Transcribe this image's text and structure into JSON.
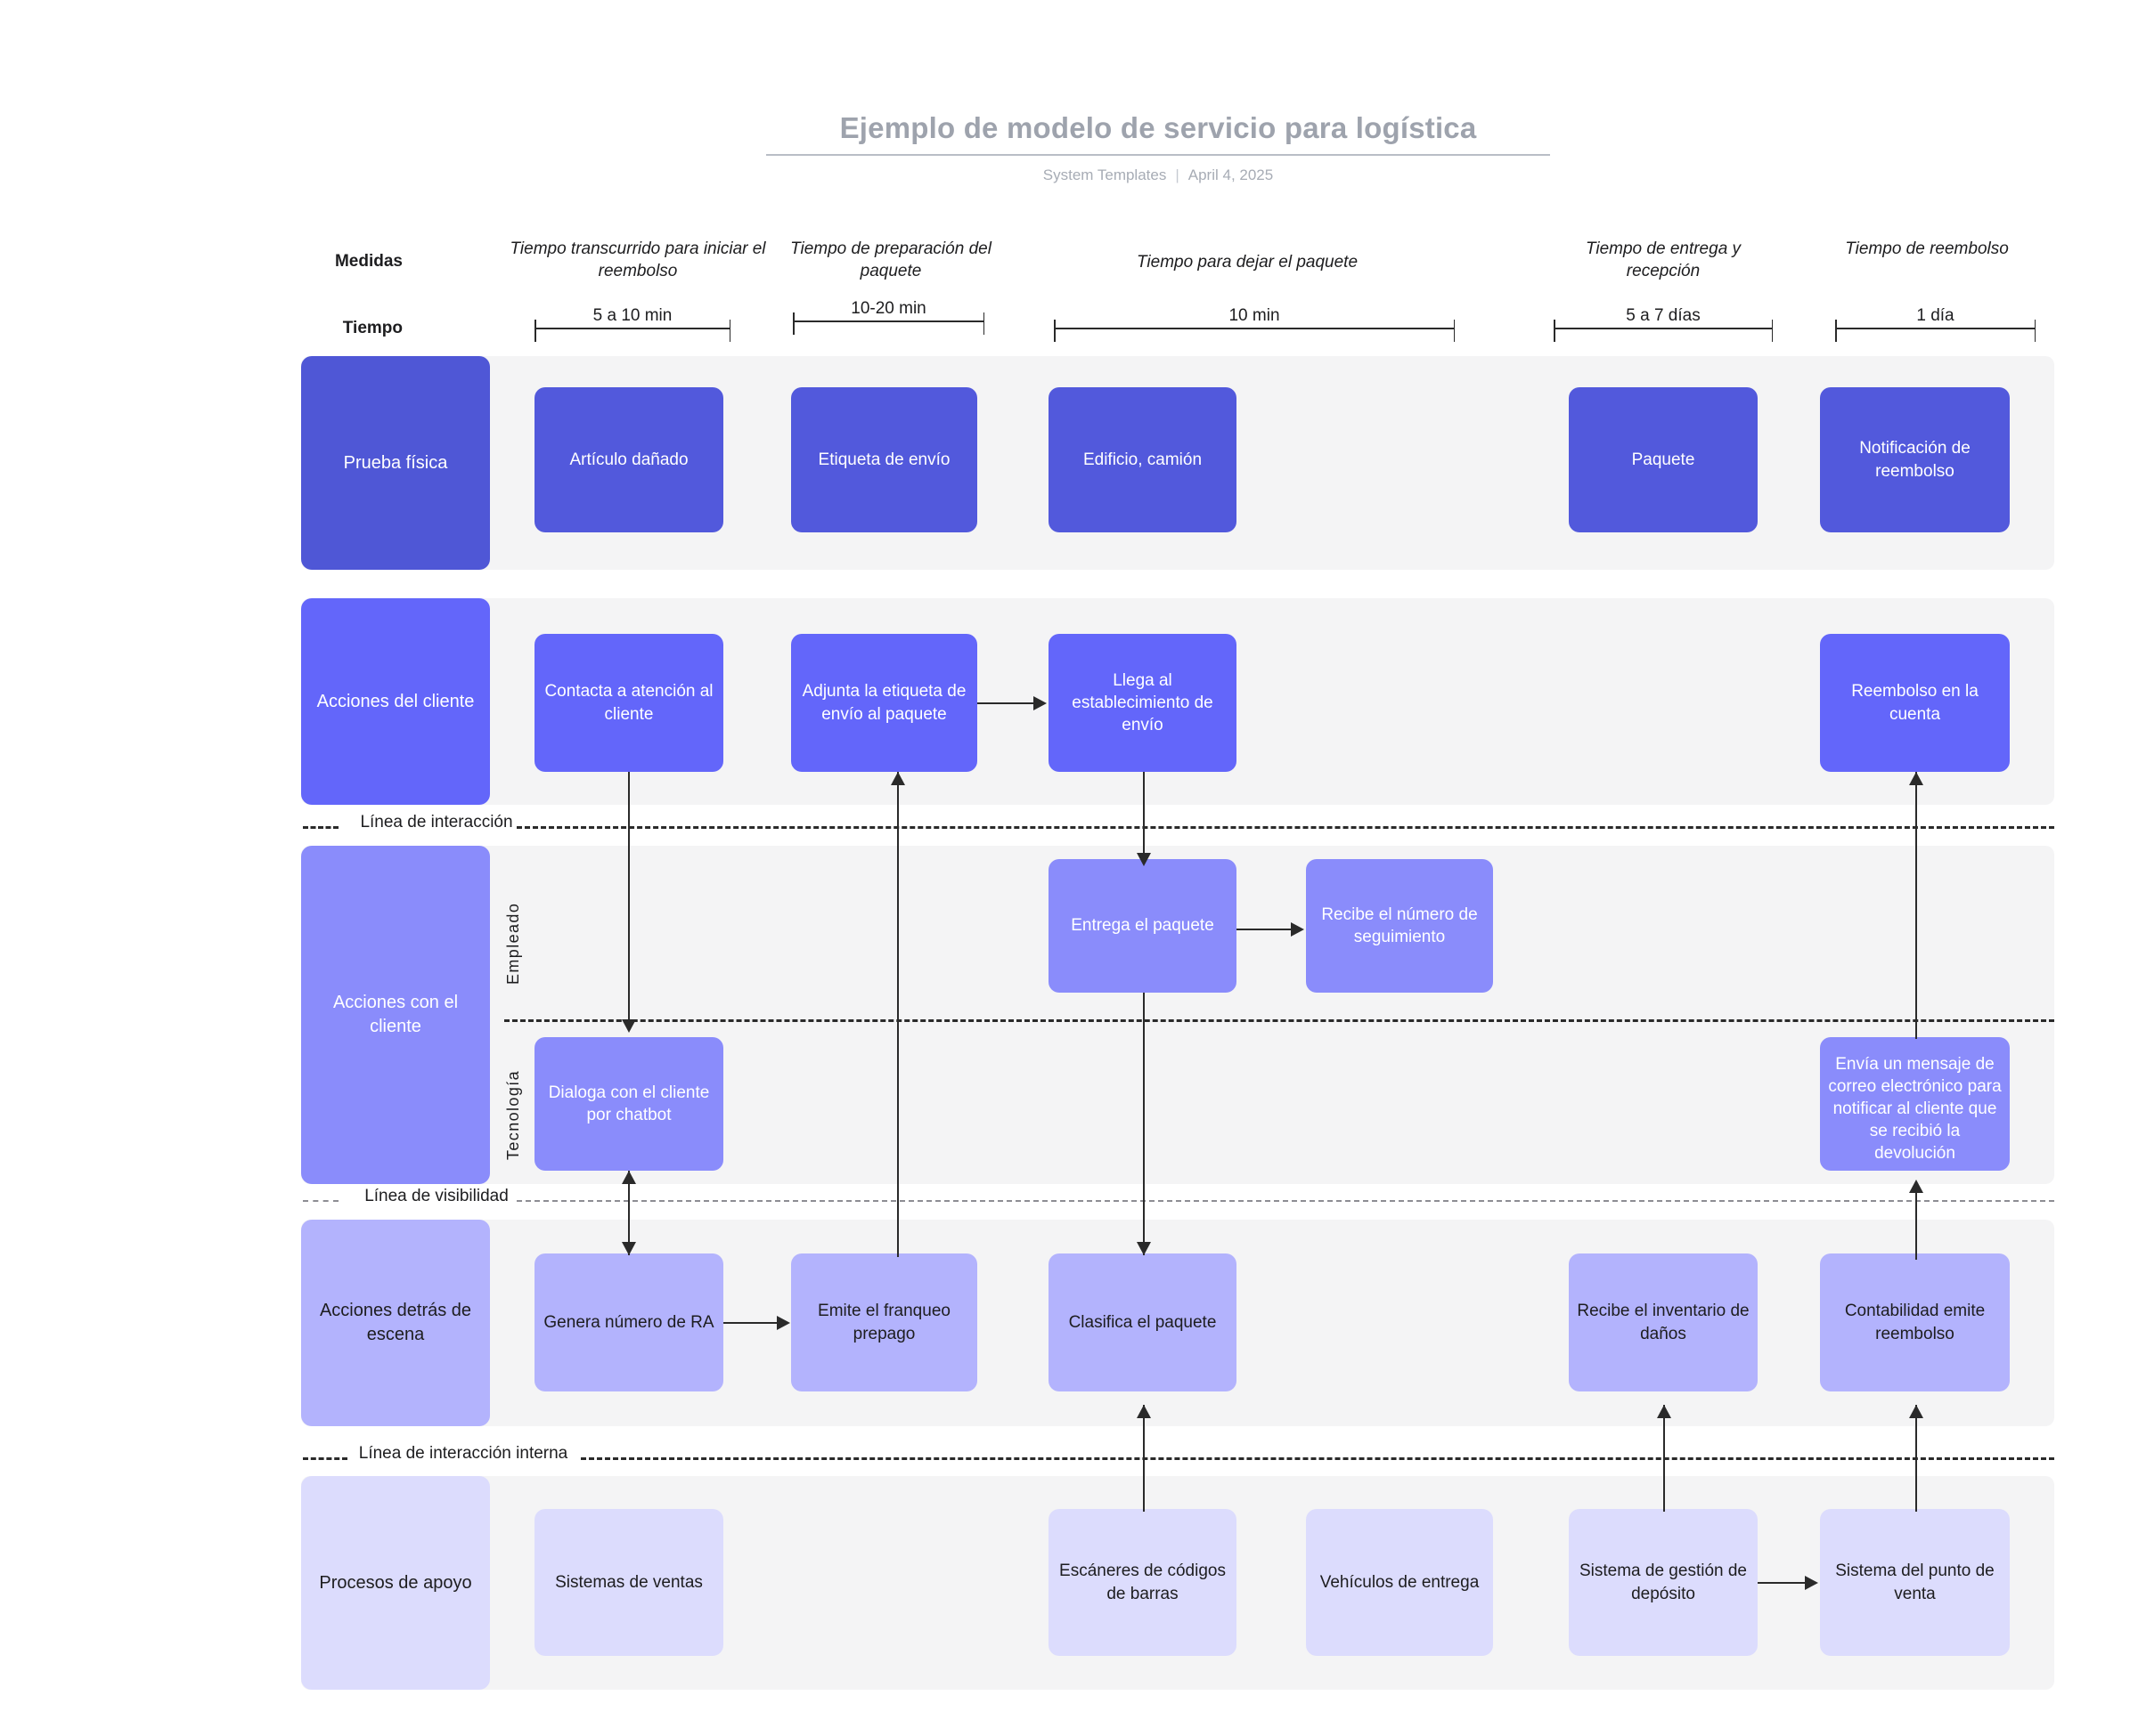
{
  "header": {
    "title": "Ejemplo de modelo de servicio para logística",
    "author": "System Templates",
    "separator": "|",
    "date": "April 4, 2025"
  },
  "row_headers": {
    "measures_label": "Medidas",
    "time_label": "Tiempo"
  },
  "columns": [
    {
      "measure": "Tiempo transcurrido para iniciar el reembolso",
      "time": "5 a 10 min"
    },
    {
      "measure": "Tiempo de preparación del paquete",
      "time": "10-20 min"
    },
    {
      "measure": "Tiempo para dejar el paquete",
      "time": "10 min"
    },
    {
      "measure": "Tiempo de entrega y recepción",
      "time": "5 a 7 días"
    },
    {
      "measure": "Tiempo de reembolso",
      "time": "1 día"
    }
  ],
  "lanes": [
    {
      "label": "Prueba física"
    },
    {
      "label": "Acciones del cliente"
    },
    {
      "label": "Acciones con el cliente",
      "sublanes": [
        "Empleado",
        "Tecnología"
      ]
    },
    {
      "label": "Acciones detrás de escena"
    },
    {
      "label": "Procesos de apoyo"
    }
  ],
  "separators": [
    {
      "label": "Línea de interacción"
    },
    {
      "label": "Línea de visibilidad"
    },
    {
      "label": "Línea de interacción interna"
    }
  ],
  "nodes": {
    "physical": [
      {
        "label": "Artículo dañado"
      },
      {
        "label": "Etiqueta de envío"
      },
      {
        "label": "Edificio, camión"
      },
      {
        "label": "Paquete"
      },
      {
        "label": "Notificación de reembolso"
      }
    ],
    "customer_actions": [
      {
        "label": "Contacta a atención al cliente"
      },
      {
        "label": "Adjunta la etiqueta de envío al paquete"
      },
      {
        "label": "Llega al establecimiento de envío"
      },
      {
        "label": "Reembolso en la cuenta"
      }
    ],
    "employee": [
      {
        "label": "Entrega el paquete"
      },
      {
        "label": "Recibe el número de seguimiento"
      }
    ],
    "technology": [
      {
        "label": "Dialoga con el cliente por chatbot"
      },
      {
        "label": "Envía un mensaje de correo electrónico para notificar al cliente que se recibió la devolución"
      }
    ],
    "backstage": [
      {
        "label": "Genera número de RA"
      },
      {
        "label": "Emite el franqueo prepago"
      },
      {
        "label": "Clasifica el paquete"
      },
      {
        "label": "Recibe el inventario de daños"
      },
      {
        "label": "Contabilidad emite reembolso"
      }
    ],
    "support": [
      {
        "label": "Sistemas de ventas"
      },
      {
        "label": "Escáneres de códigos de barras"
      },
      {
        "label": "Vehículos de entrega"
      },
      {
        "label": "Sistema de gestión de depósito"
      },
      {
        "label": "Sistema del punto de venta"
      }
    ]
  },
  "colors": {
    "lane1_header": "#4f57d6",
    "lane1_node": "#5259dc",
    "lane2": "#6366fa",
    "lane3": "#8a8cfb",
    "lane4": "#b3b3fd",
    "lane5": "#dcdcfd",
    "band": "#f4f4f5",
    "title": "#9ea3ad",
    "ink": "#2a2a2a"
  }
}
